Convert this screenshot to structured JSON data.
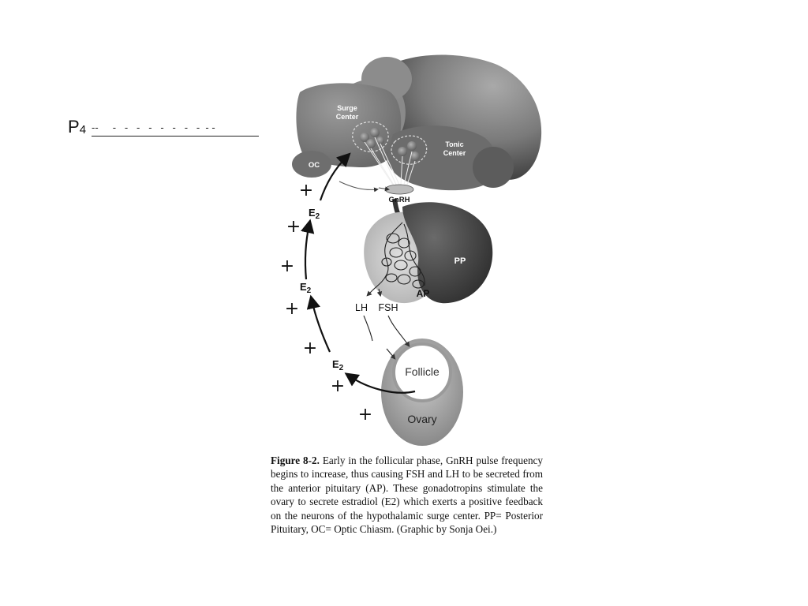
{
  "side_label": {
    "p": "P",
    "sub": "4",
    "dashes": "--     -   -   -   -   -   -   -   -  - -"
  },
  "diagram": {
    "surge_center": [
      "Surge",
      "Center"
    ],
    "tonic_center": [
      "Tonic",
      "Center"
    ],
    "oc": "OC",
    "gnrh": "GnRH",
    "pp": "PP",
    "ap": "AP",
    "lh": "LH",
    "fsh": "FSH",
    "follicle": "Follicle",
    "ovary": "Ovary",
    "e2": "E",
    "e2_sub": "2",
    "plus": "+"
  },
  "caption": {
    "figure_label": "Figure 8-2.",
    "text": " Early in the follicular phase, GnRH pulse frequency begins to increase, thus causing FSH and LH to be secreted from the anterior pituitary (AP). These gonadotropins stimulate the ovary to secrete estradiol (E2) which exerts a positive feedback on the neurons of the hypothalamic surge center. PP= Posterior Pituitary, OC= Optic Chiasm. (Graphic by Sonja Oei.)"
  },
  "colors": {
    "hypothalamus": "#7d7d7d",
    "dark_region": "#3f3f3f",
    "ovary": "#9a9a9a"
  }
}
